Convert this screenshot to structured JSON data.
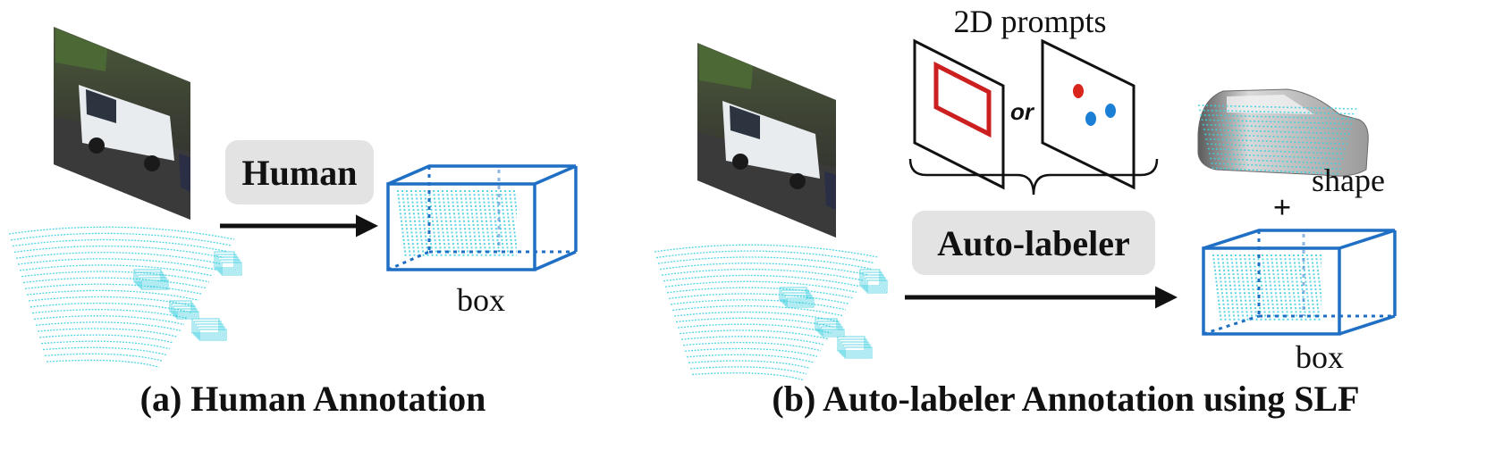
{
  "panel_a": {
    "caption": "(a) Human Annotation",
    "annotator_label": "Human",
    "output_label": "box"
  },
  "panel_b": {
    "caption": "(b) Auto-labeler Annotation using SLF",
    "prompts_title": "2D prompts",
    "or_label": "or",
    "annotator_label": "Auto-labeler",
    "shape_label": "shape",
    "plus_label": "+",
    "box_label": "box"
  },
  "colors": {
    "pointcloud": "#3fd0e0",
    "box_edge": "#1f6fc4",
    "prompt_box": "#cc1f1f",
    "prompt_point_red": "#d8261d",
    "prompt_point_blue": "#1c7fd6",
    "pill_bg": "#e3e3e3",
    "arrow": "#111111"
  }
}
